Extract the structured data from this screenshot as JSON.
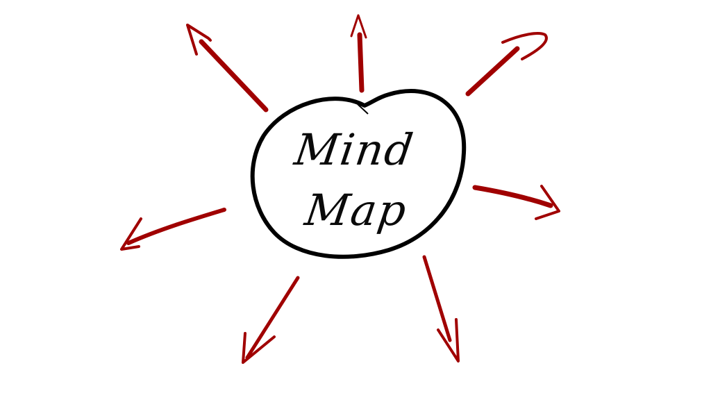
{
  "diagram": {
    "type": "mind-map",
    "central_node": {
      "line1": "Mind",
      "line2": "Map",
      "outline_color": "#000000"
    },
    "arrow_color": "#a00000",
    "arrows": [
      {
        "direction": "up-left"
      },
      {
        "direction": "up"
      },
      {
        "direction": "up-right"
      },
      {
        "direction": "right"
      },
      {
        "direction": "down-right"
      },
      {
        "direction": "down-left"
      },
      {
        "direction": "left"
      }
    ]
  }
}
